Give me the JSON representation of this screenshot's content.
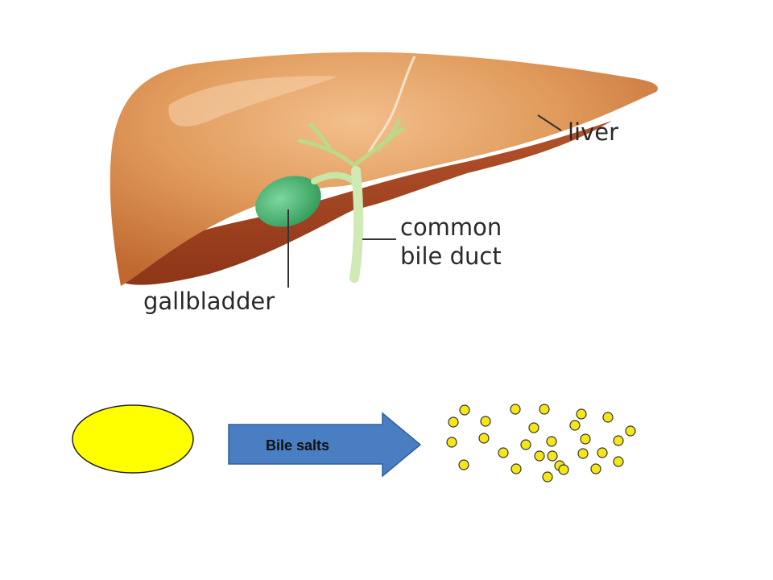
{
  "labels": {
    "liver": "liver",
    "common_bile_duct_line1": "common",
    "common_bile_duct_line2": "bile duct",
    "gallbladder": "gallbladder",
    "arrow": "Bile salts"
  },
  "colors": {
    "liver_fill": "#d98c4a",
    "liver_highlight": "#efb27a",
    "liver_shadow": "#a34a23",
    "gallbladder_fill": "#3fae6a",
    "duct_fill": "#bfe3a0",
    "fat_globule": "#ffff00",
    "arrow_fill": "#4a7ec3",
    "droplet_fill": "#f5e616"
  },
  "droplet_count": 28
}
